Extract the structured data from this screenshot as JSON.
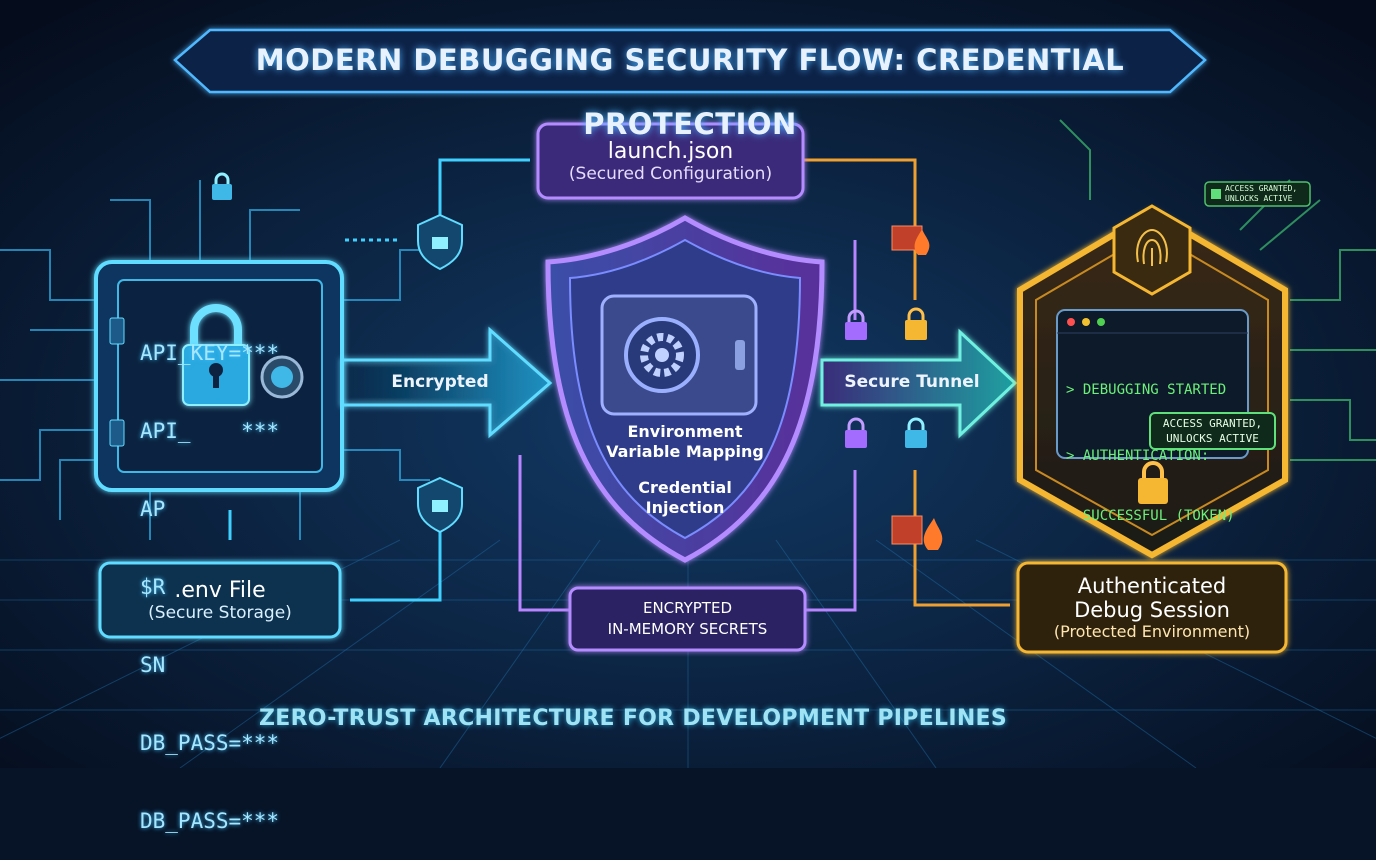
{
  "title": "MODERN DEBUGGING SECURITY FLOW: CREDENTIAL PROTECTION",
  "env_vault": {
    "lines": [
      "API_KEY=***",
      "API_    ***",
      "AP",
      "$R",
      "SN",
      "DB_PASS=***",
      "DB_PASS=***"
    ],
    "icon": "padlock-icon"
  },
  "env_file": {
    "title": ".env File",
    "subtitle": "(Secure Storage)"
  },
  "launch_json": {
    "title": "launch.json",
    "subtitle": "(Secured Configuration)"
  },
  "encrypted_arrow": {
    "label": "Encrypted"
  },
  "shield": {
    "line1": "Environment",
    "line2": "Variable Mapping",
    "line3": "Credential",
    "line4": "Injection",
    "icon": "gear-safe-icon"
  },
  "memory_box": {
    "line1": "ENCRYPTED",
    "line2": "IN-MEMORY SECRETS"
  },
  "tunnel_arrow": {
    "label": "Secure Tunnel"
  },
  "terminal": {
    "line1": "> DEBUGGING STARTED",
    "line2": "> AUTHENTICATION:",
    "line3": "  SUCCESSFUL (TOKEN)",
    "badge_line1": "ACCESS GRANTED,",
    "badge_line2": "UNLOCKS ACTIVE"
  },
  "top_badge": {
    "line1": "ACCESS GRANTED,",
    "line2": "UNLOCKS ACTIVE"
  },
  "session_box": {
    "line1": "Authenticated",
    "line2": "Debug Session",
    "line3": "(Protected Environment)"
  },
  "footer": "ZERO-TRUST ARCHITECTURE FOR DEVELOPMENT PIPELINES",
  "colors": {
    "background": "#071428",
    "cyan": "#3fd0ff",
    "purple": "#a46bff",
    "gold": "#f5b731",
    "green": "#4fe07a",
    "fire": "#ff7a2a"
  }
}
